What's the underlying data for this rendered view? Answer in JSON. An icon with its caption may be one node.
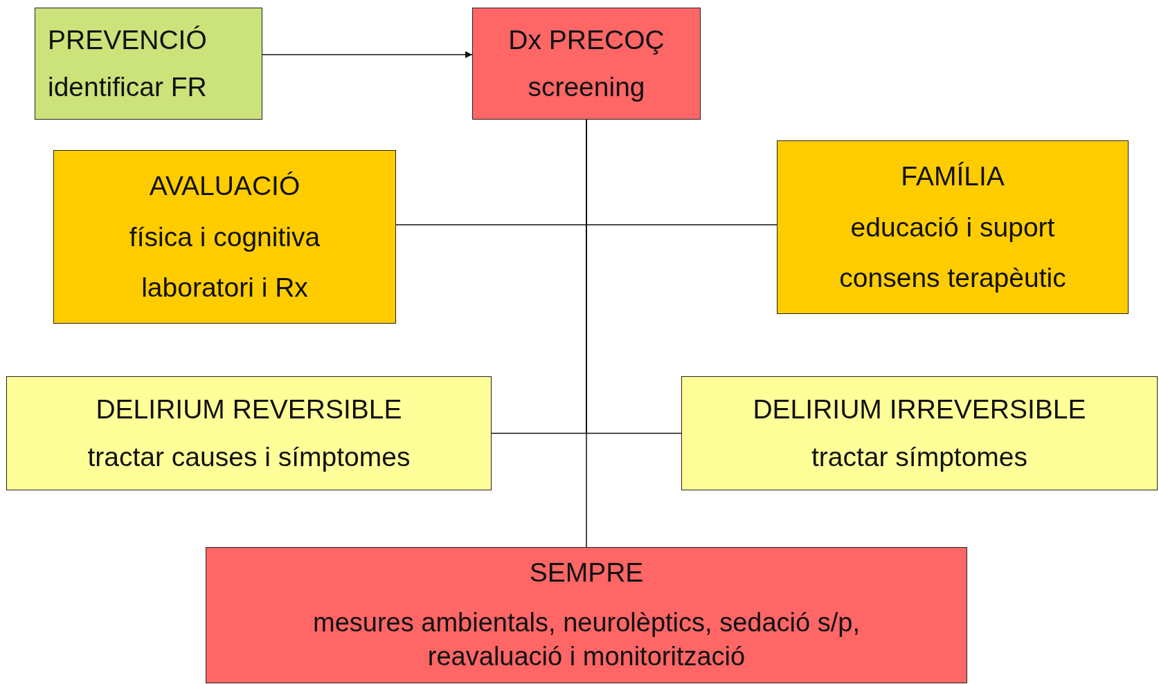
{
  "diagram": {
    "nodes": [
      {
        "text": [
          "PREVENCIÓ",
          "identificar FR"
        ]
      },
      {
        "text": [
          "Dx PRECOÇ",
          "screening"
        ]
      },
      {
        "text": [
          "AVALUACIÓ",
          "física i cognitiva",
          "laboratori i Rx"
        ]
      },
      {
        "text": [
          "FAMÍLIA",
          "educació i suport",
          "consens terapèutic"
        ]
      },
      {
        "text": [
          "DELIRIUM REVERSIBLE",
          "tractar causes i símptomes"
        ]
      },
      {
        "text": [
          "DELIRIUM IRREVERSIBLE",
          "tractar símptomes"
        ]
      },
      {
        "text": [
          "SEMPRE",
          "mesures ambientals, neurolèptics, sedació s/p, reavaluació i monitorització"
        ]
      }
    ],
    "edges": [
      {
        "from": 0,
        "to": 1,
        "arrow": "to"
      },
      {
        "from": 1,
        "to": 2,
        "arrow": "none"
      },
      {
        "from": 1,
        "to": 3,
        "arrow": "none"
      },
      {
        "from": 1,
        "to": 4,
        "arrow": "none"
      },
      {
        "from": 1,
        "to": 5,
        "arrow": "none"
      },
      {
        "from": 1,
        "to": 6,
        "arrow": "none"
      }
    ]
  }
}
